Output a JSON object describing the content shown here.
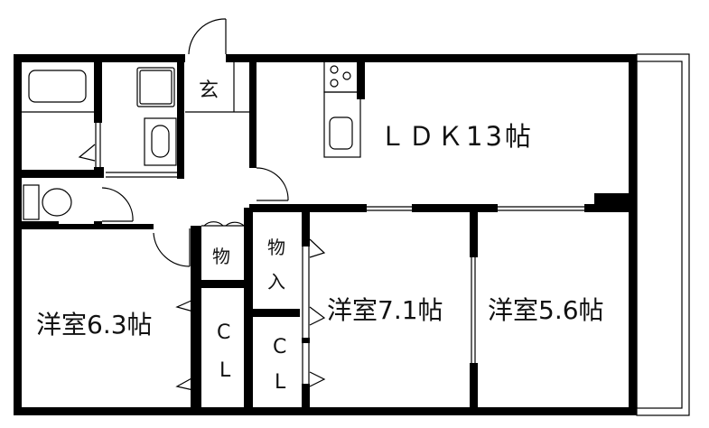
{
  "floor_plan": {
    "rooms": {
      "ldk": {
        "label": "ＬＤＫ13帖",
        "type": "LDK",
        "size_jo": 13
      },
      "room_west": {
        "label": "洋室6.3帖",
        "type": "洋室",
        "size_jo": 6.3
      },
      "room_middle": {
        "label": "洋室7.1帖",
        "type": "洋室",
        "size_jo": 7.1
      },
      "room_east": {
        "label": "洋室5.6帖",
        "type": "洋室",
        "size_jo": 5.6
      },
      "genkan": {
        "label": "玄"
      },
      "storage_small": {
        "label": "物"
      },
      "storage_mono": {
        "label": "物"
      },
      "storage_iri": {
        "label": "入"
      },
      "closet_1": {
        "c": "C",
        "l": "L"
      },
      "closet_2": {
        "c": "C",
        "l": "L"
      }
    },
    "fixtures": [
      "bathtub",
      "washbasin",
      "washing-machine",
      "toilet",
      "kitchen-stove",
      "kitchen-sink"
    ],
    "colors": {
      "wall": "#000000",
      "background": "#ffffff",
      "line": "#000000"
    }
  }
}
